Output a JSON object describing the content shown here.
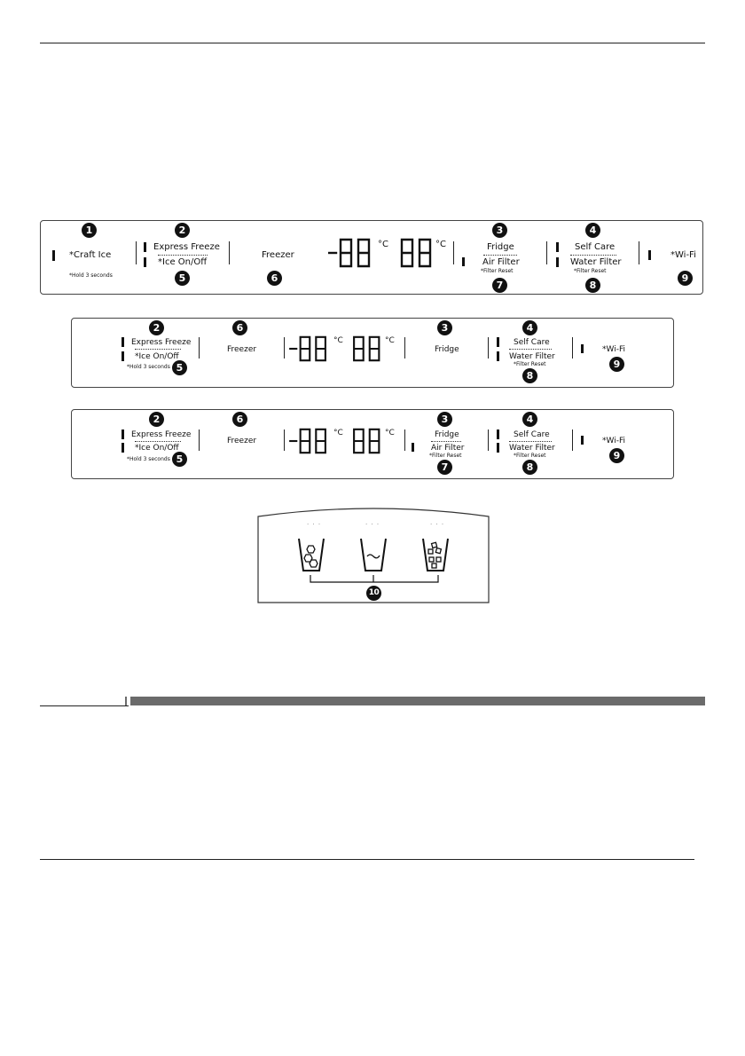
{
  "panel1": {
    "craft_ice": "*Craft Ice",
    "hold_note": "*Hold 3 seconds",
    "express_freeze": "Express Freeze",
    "ice_onoff": "*Ice On/Off",
    "freezer": "Freezer",
    "temp_left": "-88",
    "temp_right": "88",
    "deg_unit": "°C",
    "fridge": "Fridge",
    "air_filter": "Air Filter",
    "filter_reset": "*Filter Reset",
    "self_care": "Self Care",
    "water_filter": "Water Filter",
    "wifi": "*Wi-Fi",
    "badges": [
      "1",
      "2",
      "3",
      "4",
      "5",
      "6",
      "7",
      "8",
      "9"
    ]
  },
  "panel2": {
    "express_freeze": "Express Freeze",
    "ice_onoff": "*Ice On/Off",
    "hold_note": "*Hold 3 seconds",
    "freezer": "Freezer",
    "temp_left": "-88",
    "temp_right": "88",
    "deg_unit": "°C",
    "fridge": "Fridge",
    "self_care": "Self Care",
    "water_filter": "Water Filter",
    "filter_reset": "*Filter Reset",
    "wifi": "*Wi-Fi",
    "badges": [
      "2",
      "6",
      "3",
      "4",
      "5",
      "8",
      "9"
    ]
  },
  "panel3": {
    "express_freeze": "Express Freeze",
    "ice_onoff": "*Ice On/Off",
    "hold_note": "*Hold 3 seconds",
    "freezer": "Freezer",
    "temp_left": "-88",
    "temp_right": "88",
    "deg_unit": "°C",
    "fridge": "Fridge",
    "air_filter": "Air Filter",
    "filter_reset": "*Filter Reset",
    "self_care": "Self Care",
    "water_filter": "Water Filter",
    "wifi": "*Wi-Fi",
    "badges": [
      "2",
      "6",
      "3",
      "4",
      "5",
      "7",
      "8",
      "9"
    ]
  },
  "dispenser": {
    "badge": "10",
    "icons": [
      "crushed-ice-icon",
      "water-icon",
      "cubed-ice-icon"
    ]
  },
  "colors": {
    "ink": "#111111",
    "section_bar": "#6b6b6b"
  }
}
